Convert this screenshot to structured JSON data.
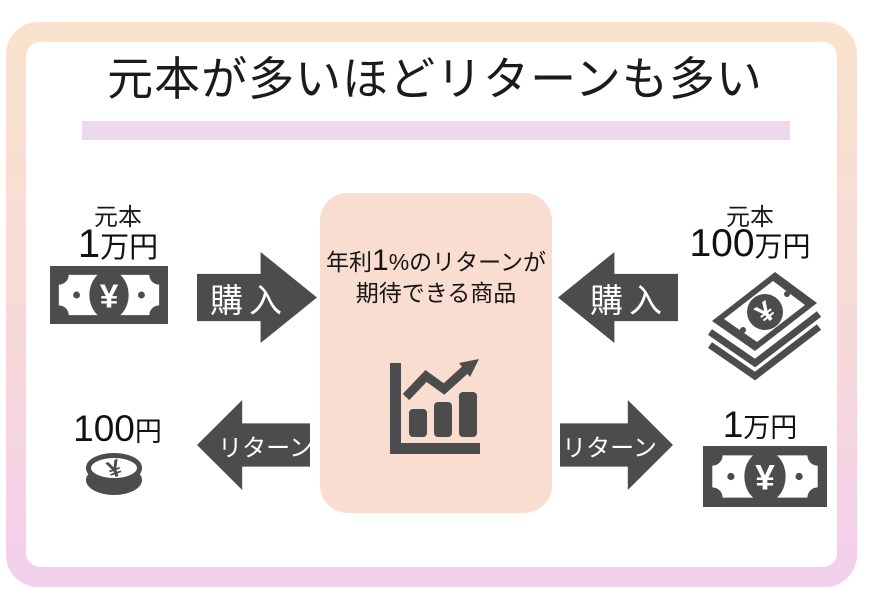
{
  "title": "元本が多いほどリターンも多い",
  "colors": {
    "frame_gradient_top": "#f9e2cd",
    "frame_gradient_bottom": "#f2cfec",
    "title_underline": "#eed8ee",
    "center_box_bg": "#f8ddd0",
    "diagram_dark": "#4c4c4c",
    "text": "#1a1a1a",
    "arrow_text": "#ffffff"
  },
  "center_box": {
    "line1_pre": "年利",
    "line1_num": "1",
    "line1_post": "%のリターンが",
    "line2": "期待できる商品",
    "icon": "bar-chart-rising-icon"
  },
  "principal_small": {
    "label": "元本",
    "amount_num": "1",
    "amount_unit": "万円",
    "icon": "banknote-icon",
    "arrow_label": "購入",
    "arrow_direction": "right"
  },
  "principal_large": {
    "label": "元本",
    "amount_num": "100",
    "amount_unit": "万円",
    "icon": "banknote-stack-icon",
    "arrow_label": "購入",
    "arrow_direction": "left"
  },
  "return_small": {
    "amount_num": "100",
    "amount_unit": "円",
    "icon": "coin-icon",
    "arrow_label": "リターン",
    "arrow_direction": "left"
  },
  "return_large": {
    "amount_num": "1",
    "amount_unit": "万円",
    "icon": "banknote-icon",
    "arrow_label": "リターン",
    "arrow_direction": "right"
  }
}
